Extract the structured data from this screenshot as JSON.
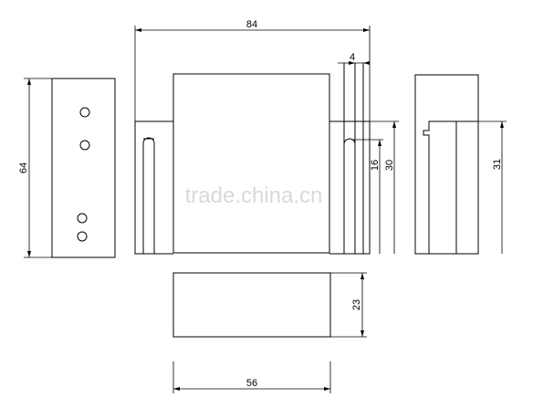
{
  "drawing": {
    "dimensions": {
      "overall_width": "84",
      "tab_width": "4",
      "body_width": "56",
      "height_left": "64",
      "slot_height": "16",
      "flange_height": "30",
      "side_height": "31",
      "bottom_height": "23"
    },
    "watermark": "trade.china.cn",
    "colors": {
      "line": "#000000",
      "background": "#ffffff",
      "watermark": "#d9d9d9"
    }
  }
}
